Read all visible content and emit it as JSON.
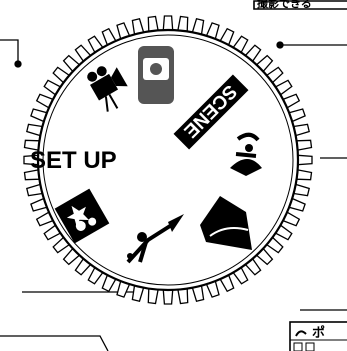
{
  "top_callout": {
    "text": "撮影できる"
  },
  "dial": {
    "setup_label": "SET UP",
    "scene_label": "SCENE",
    "modes": [
      {
        "icon": "camera-icon"
      },
      {
        "icon": "movie-camera-icon"
      },
      {
        "icon": "scene-label"
      },
      {
        "icon": "portrait-icon"
      },
      {
        "icon": "landscape-icon"
      },
      {
        "icon": "sports-icon"
      },
      {
        "icon": "night-portrait-icon"
      }
    ]
  },
  "bottom_right_box": {
    "row1": "ポ"
  }
}
